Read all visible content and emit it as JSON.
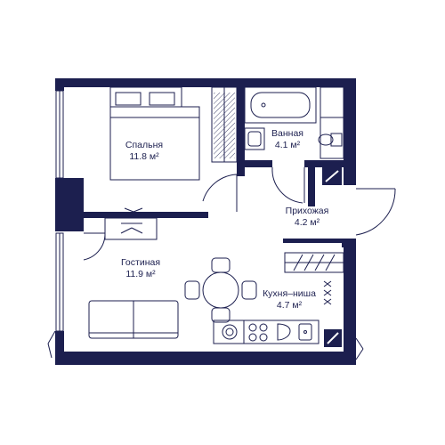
{
  "colors": {
    "wall": "#1c1f4f",
    "line": "#1c1f4f",
    "paper": "#ffffff"
  },
  "rooms": {
    "bedroom": {
      "name": "Спальня",
      "area": "11.8 м²"
    },
    "bathroom": {
      "name": "Ванная",
      "area": "4.1 м²"
    },
    "hallway": {
      "name": "Прихожая",
      "area": "4.2 м²"
    },
    "living": {
      "name": "Гостиная",
      "area": "11.9 м²"
    },
    "kitchen": {
      "name": "Кухня–ниша",
      "area": "4.7 м²"
    }
  }
}
